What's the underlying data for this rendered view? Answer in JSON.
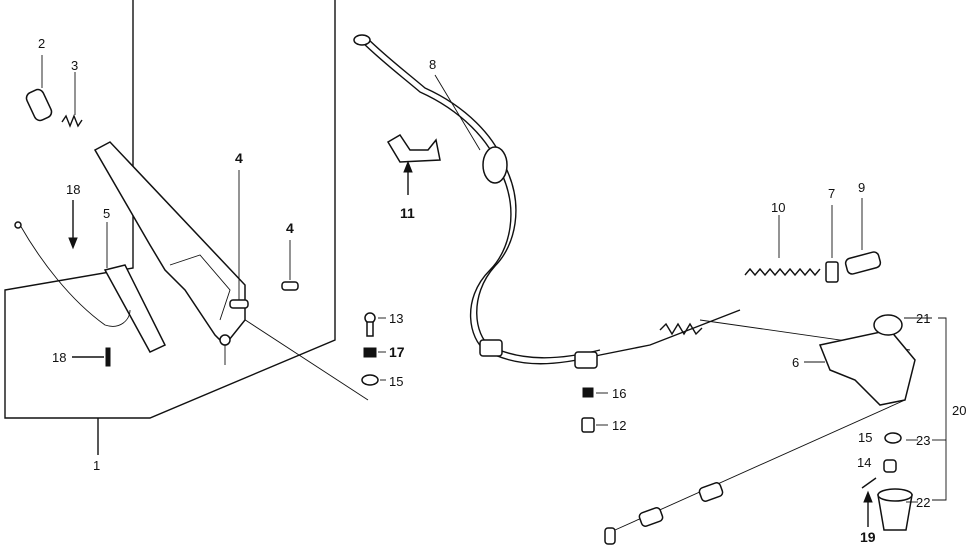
{
  "diagram": {
    "labels": {
      "l1": "1",
      "l2": "2",
      "l3": "3",
      "l4a": "4",
      "l4b": "4",
      "l5": "5",
      "l6": "6",
      "l7": "7",
      "l8": "8",
      "l9": "9",
      "l10": "10",
      "l11": "11",
      "l12": "12",
      "l13": "13",
      "l14": "14",
      "l15a": "15",
      "l15b": "15",
      "l16": "16",
      "l17": "17",
      "l18a": "18",
      "l18b": "18",
      "l19": "19",
      "l20": "20",
      "l21": "21",
      "l22": "22",
      "l23": "23"
    }
  }
}
